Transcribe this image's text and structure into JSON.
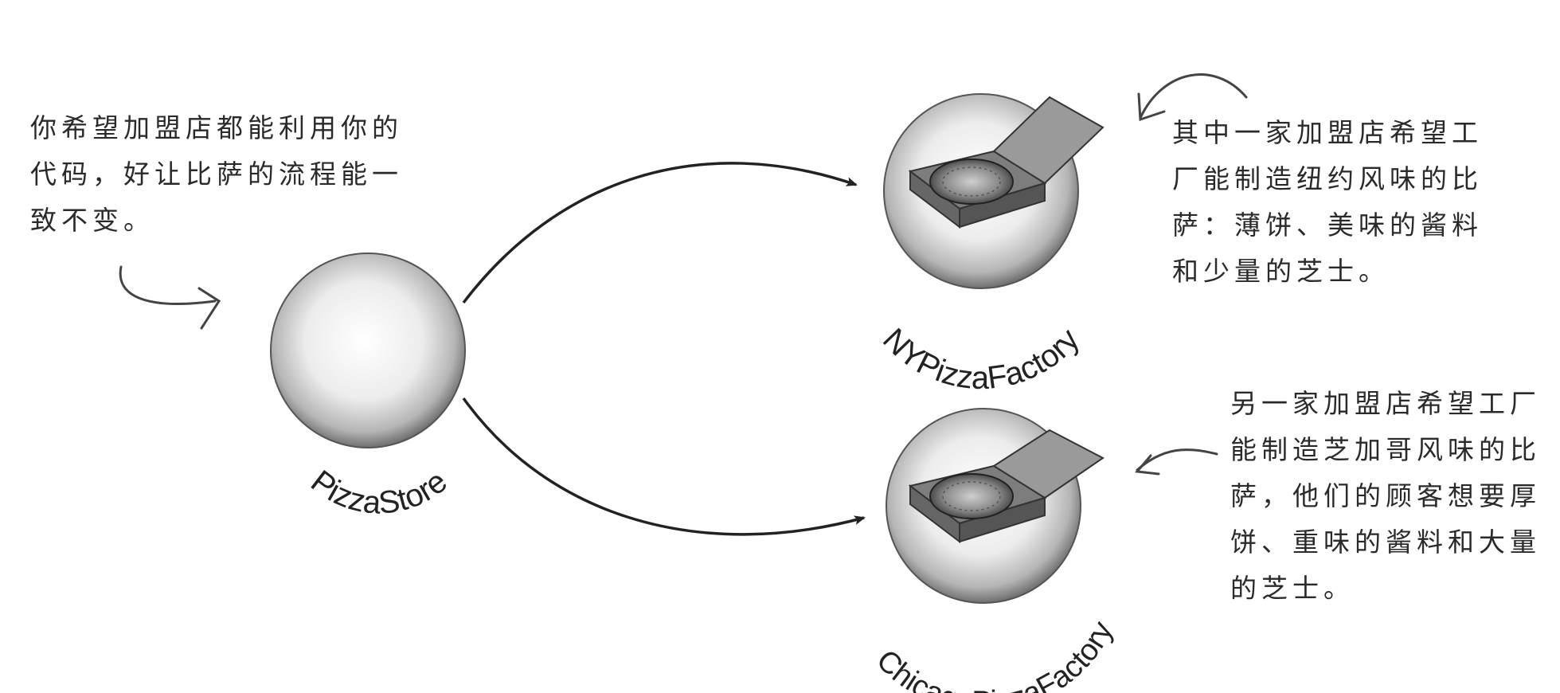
{
  "nodes": {
    "store": {
      "label": "PizzaStore"
    },
    "ny": {
      "label": "NYPizzaFactory"
    },
    "chicago": {
      "label": "ChicagoPizzaFactory"
    }
  },
  "notes": {
    "left": "你希望加盟店都能利用你的\n代码，好让比萨的流程能一\n致不变。",
    "ny": "其中一家加盟店希望工\n厂能制造纽约风味的比\n萨：薄饼、美味的酱料\n和少量的芝士。",
    "chicago": "另一家加盟店希望工厂\n能制造芝加哥风味的比\n萨，他们的顾客想要厚\n饼、重味的酱料和大量\n的芝士。"
  },
  "colors": {
    "ink": "#222222",
    "sphere_light": "#f7f7f7",
    "sphere_dark": "#9a9a9a",
    "box": "#8c8c8c"
  },
  "icons": [
    "pizza-box-icon",
    "pizza-box-icon"
  ]
}
